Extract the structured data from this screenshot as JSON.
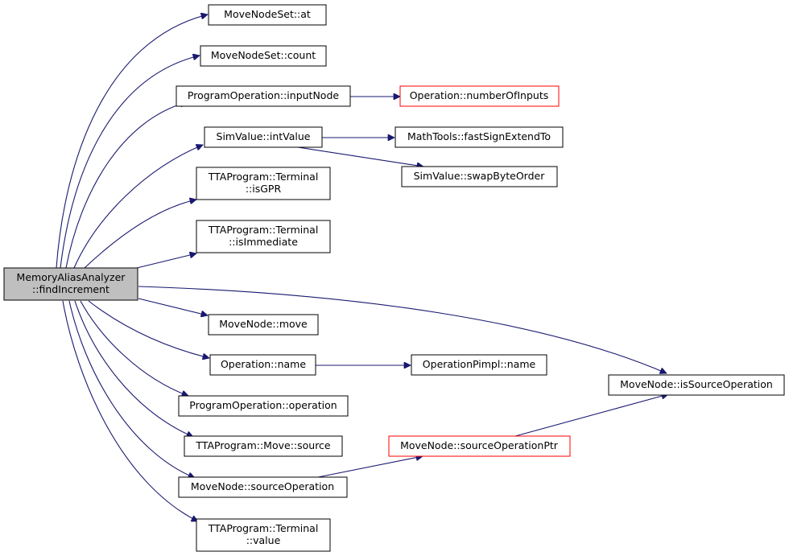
{
  "nodes": {
    "root": {
      "line1": "MemoryAliasAnalyzer",
      "line2": "::findIncrement"
    },
    "mns_at": "MoveNodeSet::at",
    "mns_count": "MoveNodeSet::count",
    "po_inputnode": "ProgramOperation::inputNode",
    "op_numinputs": "Operation::numberOfInputs",
    "sv_intvalue": "SimValue::intValue",
    "mt_fastsign": "MathTools::fastSignExtendTo",
    "sv_swap": "SimValue::swapByteOrder",
    "term_isgpr": {
      "line1": "TTAProgram::Terminal",
      "line2": "::isGPR"
    },
    "term_isimm": {
      "line1": "TTAProgram::Terminal",
      "line2": "::isImmediate"
    },
    "mn_move": "MoveNode::move",
    "op_name": "Operation::name",
    "opimpl_name": "OperationPimpl::name",
    "mn_issrcop": "MoveNode::isSourceOperation",
    "po_operation": "ProgramOperation::operation",
    "tta_move_source": "TTAProgram::Move::source",
    "mn_srcopptr": "MoveNode::sourceOperationPtr",
    "mn_srcop": "MoveNode::sourceOperation",
    "term_value": {
      "line1": "TTAProgram::Terminal",
      "line2": "::value"
    }
  },
  "colors": {
    "edge": "#191970",
    "root_fill": "#bfbfbf",
    "red_border": "#ff0000"
  }
}
